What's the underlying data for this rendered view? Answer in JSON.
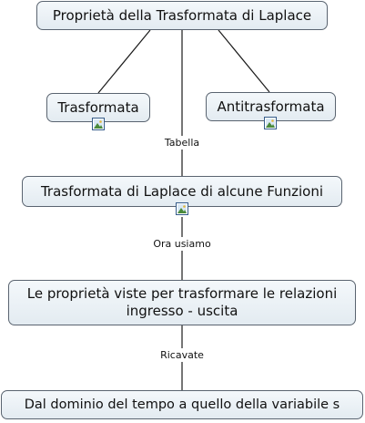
{
  "nodes": {
    "root": "Proprietà della Trasformata di Laplace",
    "transform": "Trasformata",
    "inverse": "Antitrasformata",
    "table": "Trasformata di Laplace di alcune Funzioni",
    "properties": "Le proprietà viste per trasformare le relazioni ingresso - uscita",
    "domain": "Dal dominio del tempo a quello della variabile s"
  },
  "links": {
    "tabella": "Tabella",
    "ora_usiamo": "Ora usiamo",
    "ricavate": "Ricavate"
  },
  "icons": {
    "attachment": "image-attachment-icon"
  },
  "colors": {
    "node_fill": "#e8eff4",
    "node_border": "#5a6470",
    "line": "#1a1a1a",
    "icon_border": "#355c8a"
  }
}
